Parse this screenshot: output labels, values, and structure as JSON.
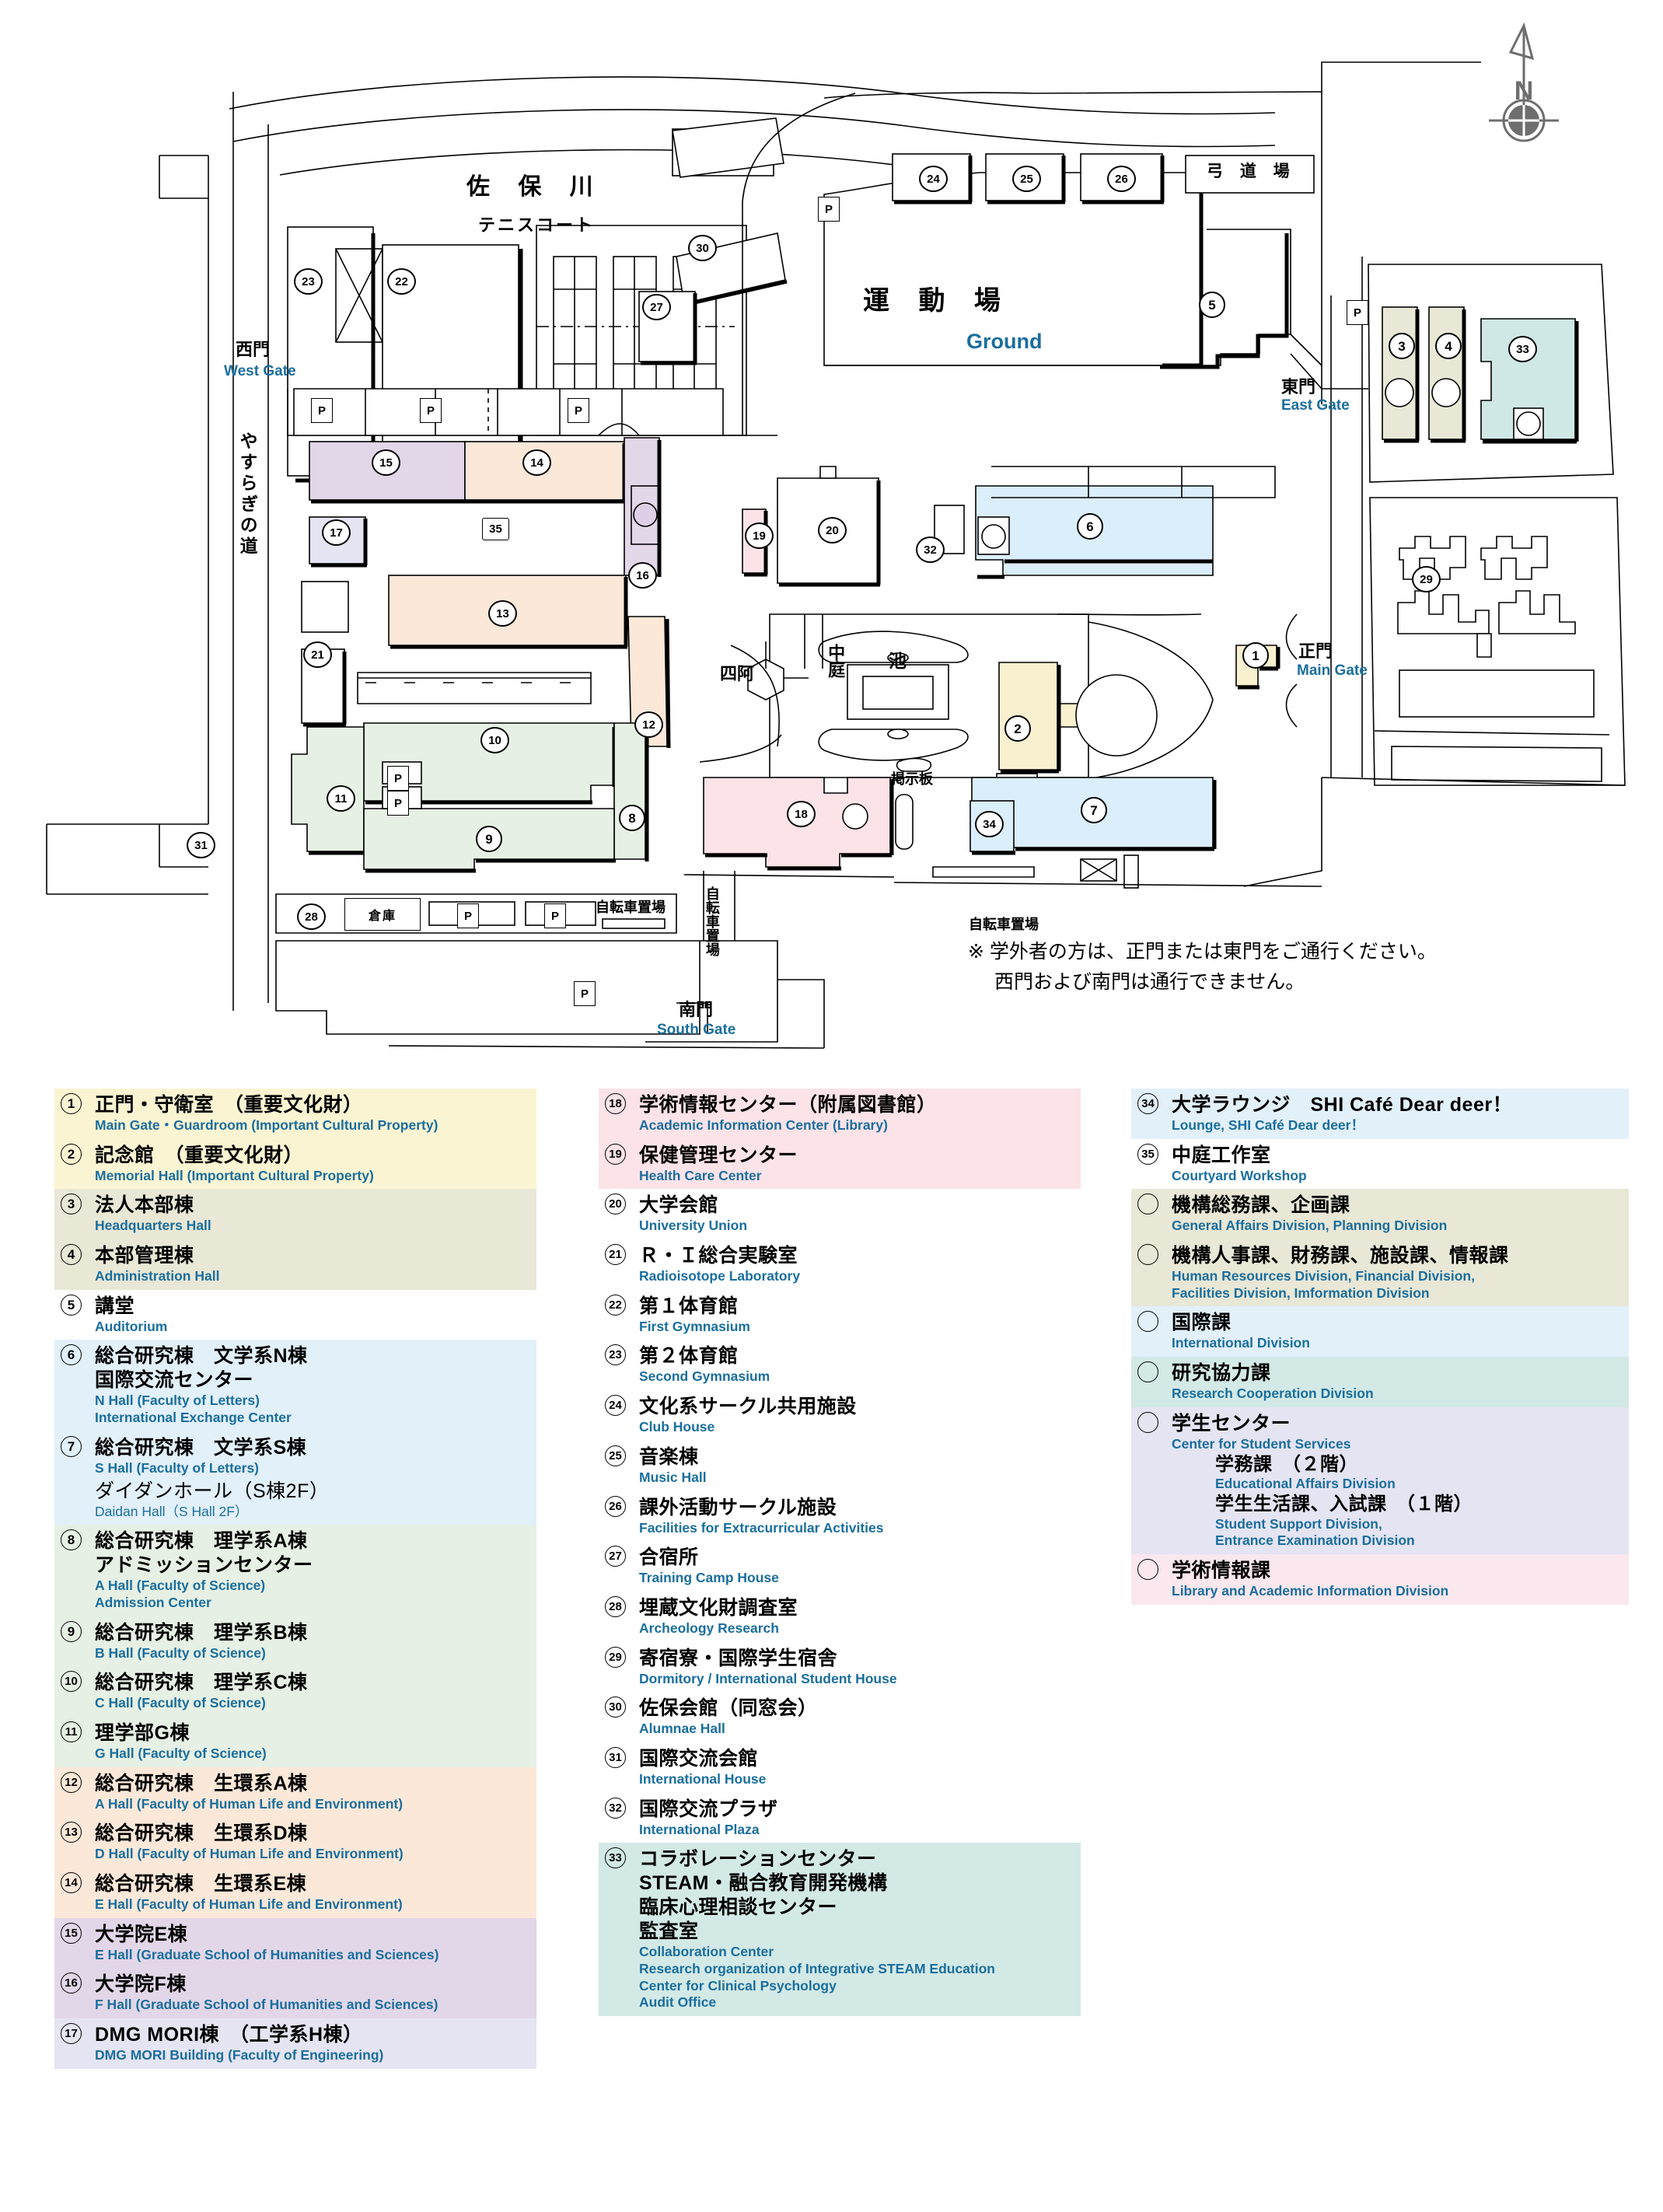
{
  "compass": {
    "north_label": "N"
  },
  "map": {
    "labels": [
      {
        "id": "saho-river",
        "jp": "佐 保 川"
      },
      {
        "id": "tennis-court",
        "jp": "テニスコート"
      },
      {
        "id": "ground",
        "jp": "運 動 場",
        "en": "Ground"
      },
      {
        "id": "kyudojo",
        "jp": "弓 道 場"
      },
      {
        "id": "west-gate",
        "jp": "西門",
        "en": "West Gate"
      },
      {
        "id": "east-gate",
        "jp": "東門",
        "en": "East Gate"
      },
      {
        "id": "main-gate",
        "jp": "正門",
        "en": "Main Gate"
      },
      {
        "id": "south-gate",
        "jp": "南門",
        "en": "South Gate"
      },
      {
        "id": "yasuragi-road",
        "jp": "やすらぎの道"
      },
      {
        "id": "courtyard",
        "jp": "中庭"
      },
      {
        "id": "pond",
        "jp": "池"
      },
      {
        "id": "arbor",
        "jp": "四阿"
      },
      {
        "id": "bulletin-board",
        "jp": "掲示板"
      },
      {
        "id": "warehouse",
        "jp": "倉庫"
      },
      {
        "id": "bicycle-parking",
        "jp": "自転車置場"
      },
      {
        "id": "parking",
        "jp": "P"
      }
    ],
    "note_line1": "※ 学外者の方は、正門または東門をご通行ください。",
    "note_line2": "西門および南門は通行できません。"
  },
  "legend": {
    "col1": [
      {
        "bg": "bg-cream",
        "items": [
          {
            "mk": "①",
            "jp": [
              "正門・守衛室　（重要文化財）"
            ],
            "en": [
              "Main Gate・Guardroom (Important Cultural Property)"
            ]
          },
          {
            "mk": "②",
            "jp": [
              "記念館　（重要文化財）"
            ],
            "en": [
              "Memorial Hall (Important Cultural Property)"
            ]
          }
        ]
      },
      {
        "bg": "bg-khaki",
        "items": [
          {
            "mk": "③",
            "jp": [
              "法人本部棟"
            ],
            "en": [
              "Headquarters Hall"
            ]
          },
          {
            "mk": "④",
            "jp": [
              "本部管理棟"
            ],
            "en": [
              "Administration Hall"
            ]
          }
        ]
      },
      {
        "bg": "bg-white",
        "items": [
          {
            "mk": "⑤",
            "jp": [
              "講堂"
            ],
            "en": [
              "Auditorium"
            ]
          }
        ]
      },
      {
        "bg": "bg-blue",
        "items": [
          {
            "mk": "⑥",
            "jp": [
              "総合研究棟　文学系N棟",
              "国際交流センター"
            ],
            "en": [
              "N Hall (Faculty of Letters)",
              "International Exchange Center"
            ]
          },
          {
            "mk": "⑦",
            "jp": [
              "総合研究棟　文学系S棟"
            ],
            "en": [
              "S Hall (Faculty of Letters)"
            ],
            "jp2": [
              "ダイダンホール（S棟2F）"
            ],
            "en2": [
              "Daidan Hall（S Hall 2F）"
            ]
          }
        ]
      },
      {
        "bg": "bg-green",
        "items": [
          {
            "mk": "⑧",
            "jp": [
              "総合研究棟　理学系A棟",
              "アドミッションセンター"
            ],
            "en": [
              "A Hall (Faculty of Science)",
              "Admission Center"
            ]
          },
          {
            "mk": "⑨",
            "jp": [
              "総合研究棟　理学系B棟"
            ],
            "en": [
              "B Hall (Faculty of Science)"
            ]
          },
          {
            "mk": "⑩",
            "jp": [
              "総合研究棟　理学系C棟"
            ],
            "en": [
              "C Hall (Faculty of Science)"
            ]
          },
          {
            "mk": "⑪",
            "jp": [
              "理学部G棟"
            ],
            "en": [
              "G Hall (Faculty of Science)"
            ]
          }
        ]
      },
      {
        "bg": "bg-peach",
        "items": [
          {
            "mk": "⑫",
            "jp": [
              "総合研究棟　生環系A棟"
            ],
            "en": [
              "A Hall (Faculty of Human Life and Environment)"
            ]
          },
          {
            "mk": "⑬",
            "jp": [
              "総合研究棟　生環系D棟"
            ],
            "en": [
              "D Hall (Faculty of Human Life and Environment)"
            ]
          },
          {
            "mk": "⑭",
            "jp": [
              "総合研究棟　生環系E棟"
            ],
            "en": [
              "E Hall (Faculty of Human Life and Environment)"
            ]
          }
        ]
      },
      {
        "bg": "bg-lilac",
        "items": [
          {
            "mk": "⑮",
            "jp": [
              "大学院E棟"
            ],
            "en": [
              "E Hall (Graduate School of Humanities and Sciences)"
            ]
          },
          {
            "mk": "⑯",
            "jp": [
              "大学院F棟"
            ],
            "en": [
              "F Hall (Graduate School of Humanities and Sciences)"
            ]
          }
        ]
      },
      {
        "bg": "bg-lav",
        "items": [
          {
            "mk": "⑰",
            "jp": [
              "DMG MORI棟　（工学系H棟）"
            ],
            "en": [
              "DMG MORI Building (Faculty of Engineering)"
            ]
          }
        ]
      }
    ],
    "col2": [
      {
        "bg": "bg-pink",
        "items": [
          {
            "mk": "⑱",
            "jp": [
              "学術情報センター（附属図書館）"
            ],
            "en": [
              "Academic Information Center (Library)"
            ]
          },
          {
            "mk": "⑲",
            "jp": [
              "保健管理センター"
            ],
            "en": [
              "Health Care Center"
            ]
          }
        ]
      },
      {
        "bg": "bg-white",
        "items": [
          {
            "mk": "⑳",
            "jp": [
              "大学会館"
            ],
            "en": [
              "University Union"
            ]
          },
          {
            "mk": "㉑",
            "jp": [
              "Ｒ・Ｉ総合実験室"
            ],
            "en": [
              "Radioisotope Laboratory"
            ]
          },
          {
            "mk": "㉒",
            "jp": [
              "第１体育館"
            ],
            "en": [
              "First Gymnasium"
            ]
          },
          {
            "mk": "㉓",
            "jp": [
              "第２体育館"
            ],
            "en": [
              "Second Gymnasium"
            ]
          },
          {
            "mk": "㉔",
            "jp": [
              "文化系サークル共用施設"
            ],
            "en": [
              "Club House"
            ]
          },
          {
            "mk": "㉕",
            "jp": [
              "音楽棟"
            ],
            "en": [
              "Music Hall"
            ]
          },
          {
            "mk": "㉖",
            "jp": [
              "課外活動サークル施設"
            ],
            "en": [
              "Facilities for Extracurricular Activities"
            ]
          },
          {
            "mk": "㉗",
            "jp": [
              "合宿所"
            ],
            "en": [
              "Training Camp House"
            ]
          },
          {
            "mk": "㉘",
            "jp": [
              "埋蔵文化財調査室"
            ],
            "en": [
              "Archeology Research"
            ]
          },
          {
            "mk": "㉙",
            "jp": [
              "寄宿寮・国際学生宿舎"
            ],
            "en": [
              "Dormitory / International Student House"
            ]
          },
          {
            "mk": "㉚",
            "jp": [
              "佐保会館（同窓会）"
            ],
            "en": [
              "Alumnae Hall"
            ]
          },
          {
            "mk": "㉛",
            "jp": [
              "国際交流会館"
            ],
            "en": [
              "International House"
            ]
          },
          {
            "mk": "㉜",
            "jp": [
              "国際交流プラザ"
            ],
            "en": [
              "International Plaza"
            ]
          }
        ]
      },
      {
        "bg": "bg-teal",
        "items": [
          {
            "mk": "㉝",
            "jp": [
              "コラボレーションセンター",
              "STEAM・融合教育開発機構",
              "臨床心理相談センター",
              "監査室"
            ],
            "en": [
              "Collaboration Center",
              "Research organization of Integrative STEAM Education",
              "Center for Clinical Psychology",
              "Audit Office"
            ]
          }
        ]
      }
    ],
    "col3": [
      {
        "bg": "bg-blue",
        "items": [
          {
            "mk": "㉞",
            "jp": [
              "大学ラウンジ　SHI Café Dear deer！"
            ],
            "en": [
              "Lounge, SHI Café Dear deer！"
            ]
          }
        ]
      },
      {
        "bg": "bg-white",
        "items": [
          {
            "mk": "㉟",
            "jp": [
              "中庭工作室"
            ],
            "en": [
              "Courtyard Workshop"
            ]
          }
        ]
      },
      {
        "bg": "bg-khaki",
        "items": [
          {
            "mk": "○",
            "jp": [
              "機構総務課、企画課"
            ],
            "en": [
              "General Affairs Division, Planning Division"
            ]
          },
          {
            "mk": "○",
            "jp": [
              "機構人事課、財務課、施設課、情報課"
            ],
            "en": [
              "Human Resources Division, Financial Division,",
              "Facilities  Division, Imformation Division"
            ]
          }
        ]
      },
      {
        "bg": "bg-blue",
        "items": [
          {
            "mk": "○",
            "jp": [
              "国際課"
            ],
            "en": [
              "International Division"
            ]
          }
        ]
      },
      {
        "bg": "bg-teal",
        "items": [
          {
            "mk": "○",
            "jp": [
              "研究協力課"
            ],
            "en": [
              "Research Cooperation Division"
            ]
          }
        ]
      },
      {
        "bg": "bg-lav",
        "items": [
          {
            "mk": "○",
            "jp": [
              "学生センター"
            ],
            "en": [
              "Center for Student Services"
            ],
            "subs": [
              {
                "jp": [
                  "学務課　（２階）"
                ],
                "en": [
                  "Educational Affairs Division"
                ]
              },
              {
                "jp": [
                  "学生生活課、入試課　（１階）"
                ],
                "en": [
                  "Student Support Division,",
                  "Entrance Examination Division"
                ]
              }
            ]
          }
        ]
      },
      {
        "bg": "bg-pink2",
        "items": [
          {
            "mk": "○",
            "jp": [
              "学術情報課"
            ],
            "en": [
              "Library and Academic Information Division"
            ]
          }
        ]
      }
    ]
  }
}
